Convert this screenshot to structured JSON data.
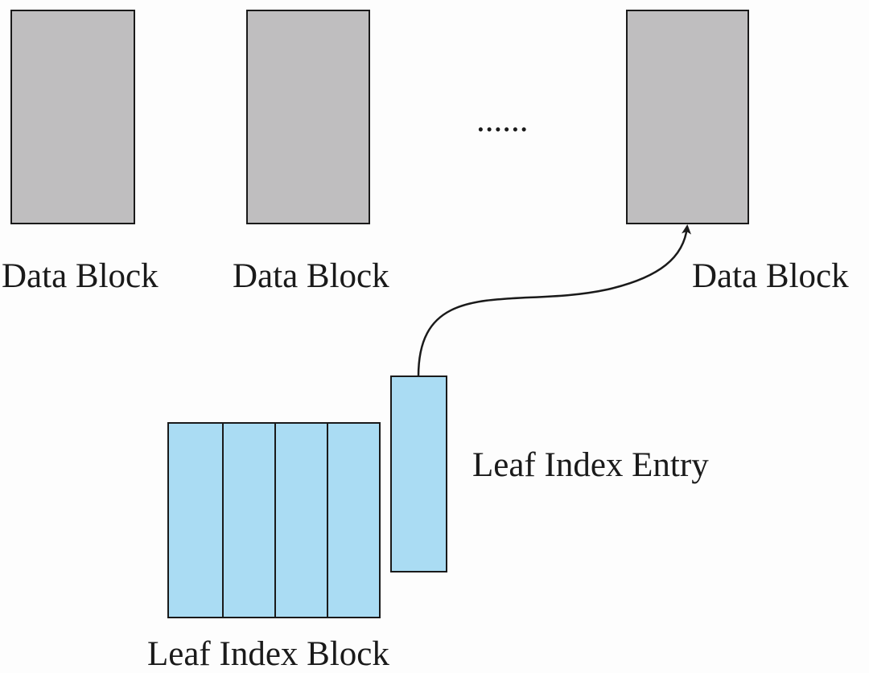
{
  "colors": {
    "background": "#fdfdfd",
    "data_block_fill": "#bfbebf",
    "index_fill": "#aadcf3",
    "stroke": "#1a1a1a"
  },
  "data_blocks": [
    {
      "label": "Data Block"
    },
    {
      "label": "Data Block"
    },
    {
      "label": "Data Block"
    }
  ],
  "ellipsis": "......",
  "leaf_index_entry": {
    "label": "Leaf Index Entry"
  },
  "leaf_index_block": {
    "label": "Leaf Index Block",
    "segment_count": 4
  },
  "arrow": {
    "from": "leaf_index_entry",
    "to": "data_blocks.2"
  }
}
